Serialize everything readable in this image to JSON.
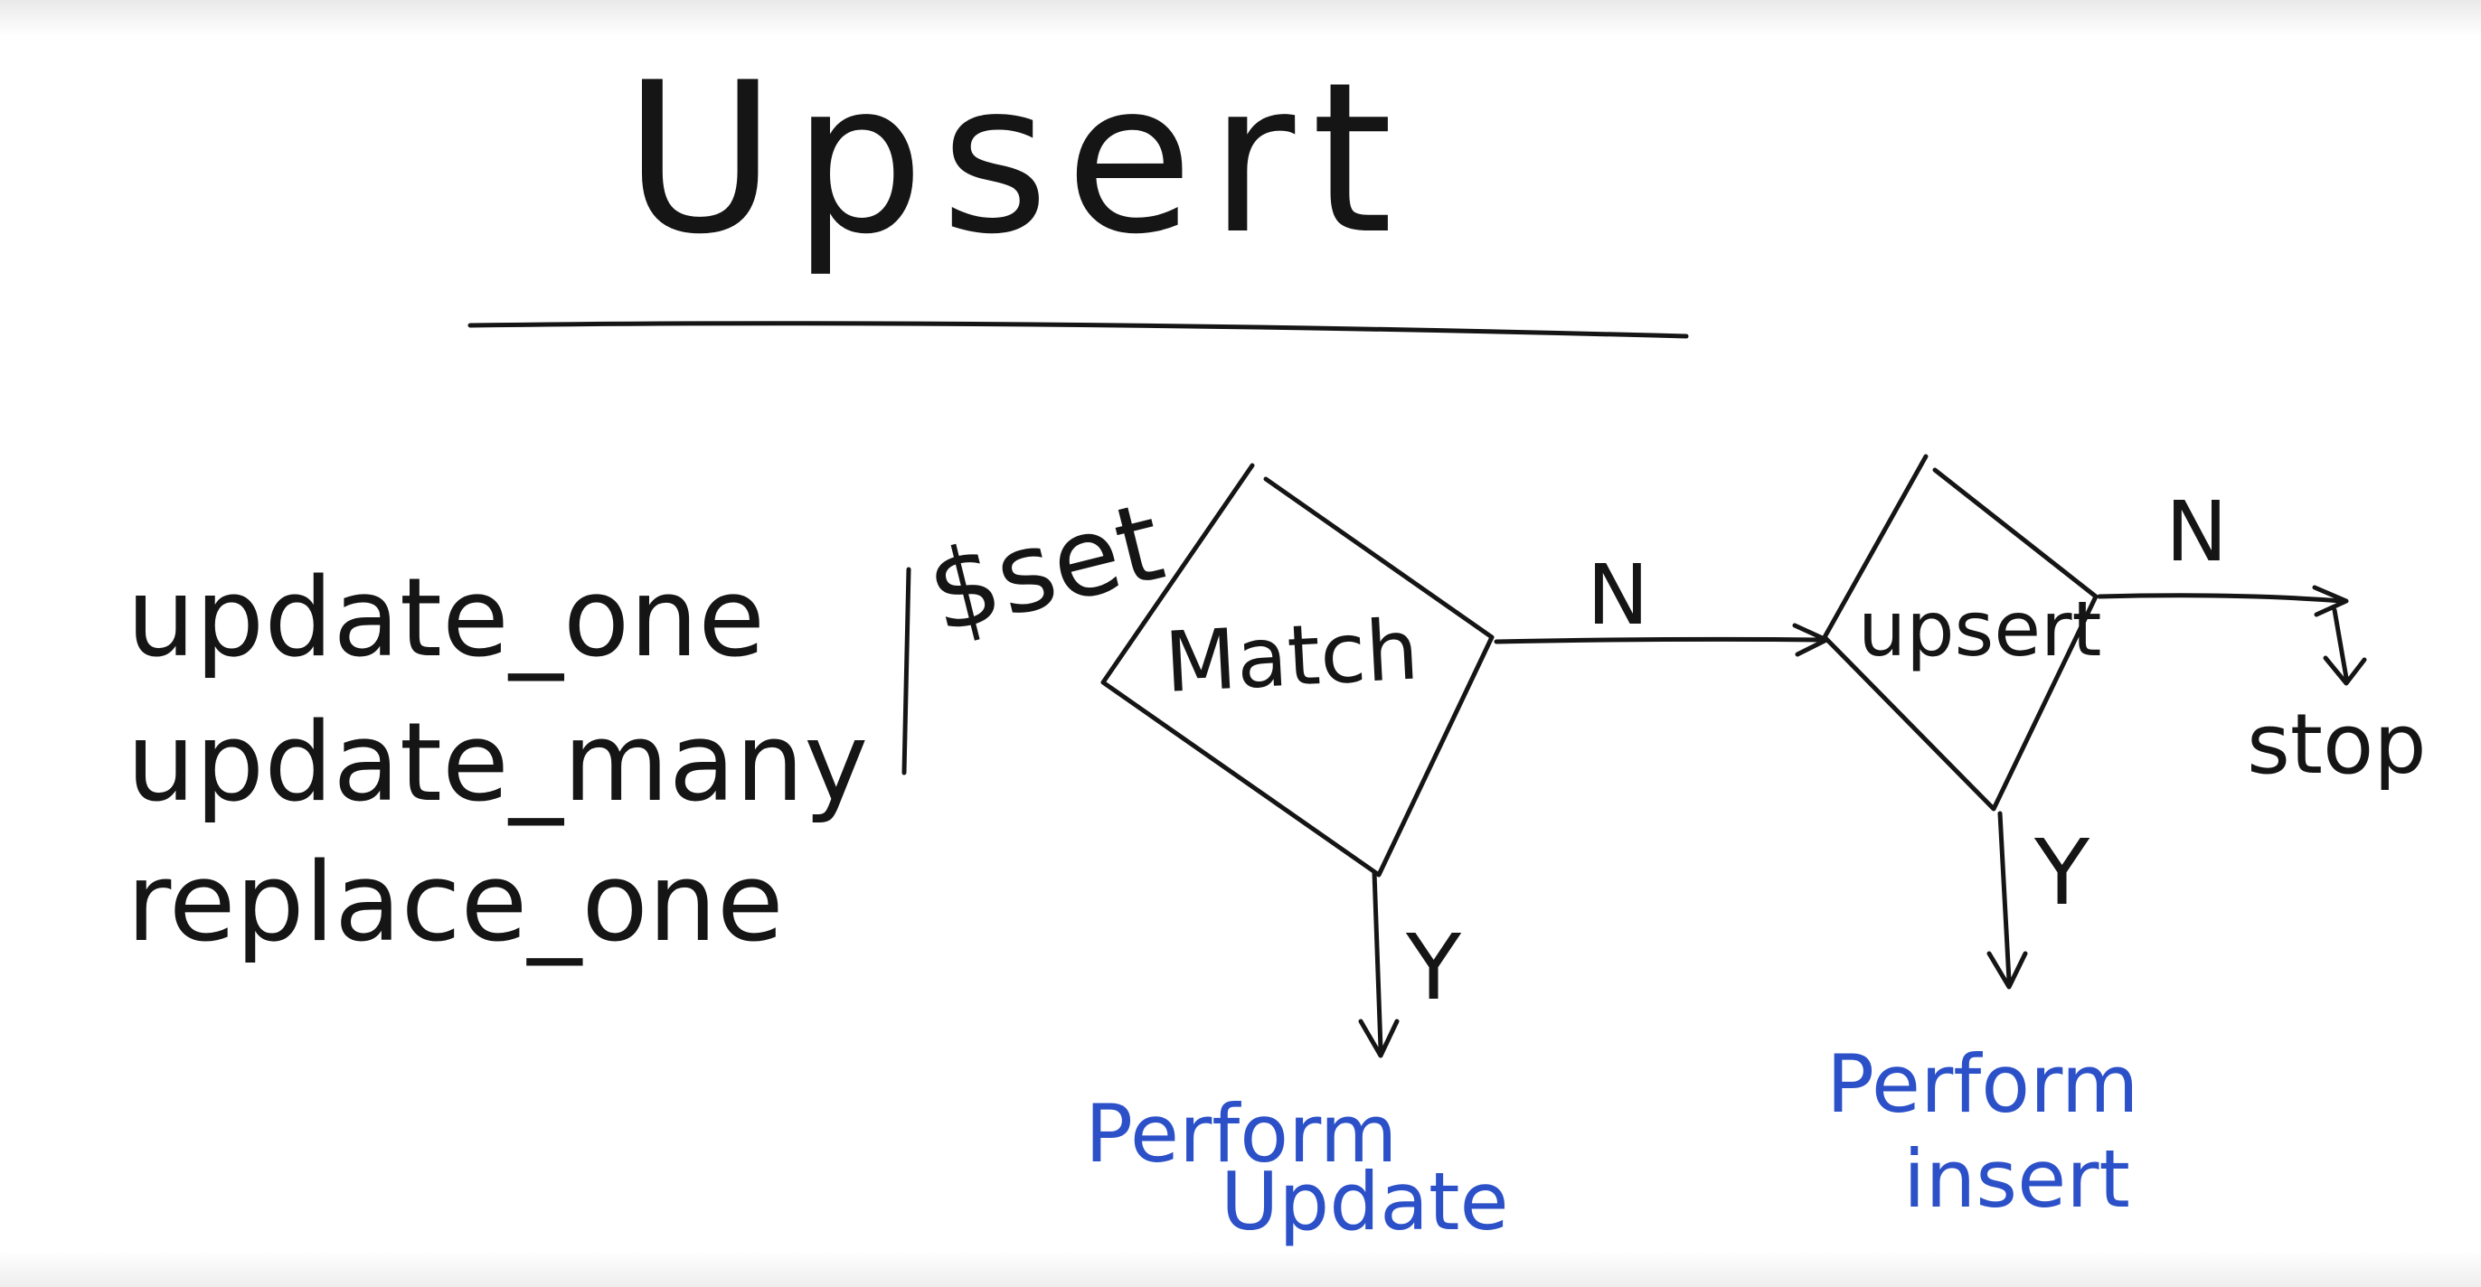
{
  "title": "Upsert",
  "methods": [
    "update_one",
    "update_many",
    "replace_one"
  ],
  "operator": "$set",
  "flow": {
    "match_label": "Match",
    "upsert_label": "upsert",
    "match_no": "N",
    "match_yes": "Y",
    "upsert_no": "N",
    "upsert_yes": "Y",
    "stop_label": "stop",
    "update_result": [
      "Perform",
      "Update"
    ],
    "insert_result": [
      "Perform",
      "insert"
    ]
  },
  "colors": {
    "ink": "#151515",
    "blue_ink": "#2b50c8"
  }
}
